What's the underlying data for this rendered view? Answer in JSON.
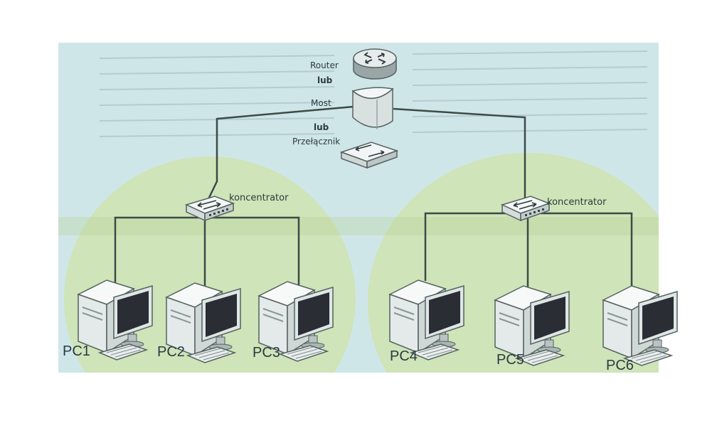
{
  "labels": {
    "router": "Router",
    "or1": "lub",
    "bridge": "Most",
    "or2": "lub",
    "switch": "Przełącznik",
    "hub_left": "koncentrator",
    "hub_right": "koncentrator"
  },
  "computers": [
    "PC1",
    "PC2",
    "PC3",
    "PC4",
    "PC5",
    "PC6"
  ],
  "colors": {
    "page_bg": "#cfe6e9",
    "group_area": "#cfe4b8",
    "cable": "#3b4b46",
    "device_light": "#eef3f3",
    "screen": "#2a2d33"
  }
}
